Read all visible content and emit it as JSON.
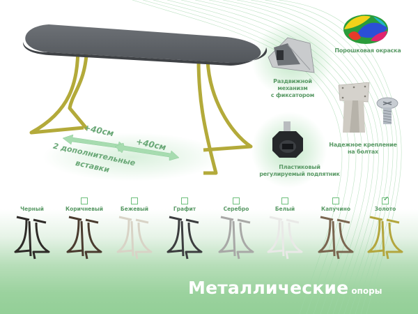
{
  "colors": {
    "accent_green": "#6cbf7a",
    "label_green": "#5a9a66",
    "bottom_band": "#93cf97",
    "tabletop": "#5d6166",
    "gold_leg": "#b7ad3c"
  },
  "product": {
    "title_main": "Металлические",
    "title_sub": "опоры"
  },
  "extension": {
    "increment_1": "+40см",
    "increment_2": "+40см",
    "caption_line1": "2 дополнительные",
    "caption_line2": "вставки"
  },
  "features": [
    {
      "id": "powder-coating",
      "label_line1": "Порошковая окраска",
      "label_line2": ""
    },
    {
      "id": "sliding-mechanism",
      "label_line1": "Раздвижной механизм",
      "label_line2": "с фиксатором"
    },
    {
      "id": "bolt-mount",
      "label_line1": "Надежное крепление",
      "label_line2": "на болтах"
    },
    {
      "id": "adjustable-foot",
      "label_line1": "Пластиковый",
      "label_line2": "регулируемый подпятник"
    }
  ],
  "leg_colors": [
    {
      "name": "Черный",
      "has_checkbox": false,
      "checked": false,
      "hex": "#2e2b28"
    },
    {
      "name": "Коричневый",
      "has_checkbox": true,
      "checked": false,
      "hex": "#4a3b2f"
    },
    {
      "name": "Бежевый",
      "has_checkbox": true,
      "checked": false,
      "hex": "#d8d3c6"
    },
    {
      "name": "Графит",
      "has_checkbox": true,
      "checked": false,
      "hex": "#3c3d3f"
    },
    {
      "name": "Серебро",
      "has_checkbox": true,
      "checked": false,
      "hex": "#a8a8a6"
    },
    {
      "name": "Белый",
      "has_checkbox": true,
      "checked": false,
      "hex": "#f2f2f0"
    },
    {
      "name": "Капучино",
      "has_checkbox": true,
      "checked": false,
      "hex": "#7a6650"
    },
    {
      "name": "Золото",
      "has_checkbox": true,
      "checked": true,
      "hex": "#b3a63e"
    }
  ],
  "icons": {
    "checkmark": "✓"
  }
}
